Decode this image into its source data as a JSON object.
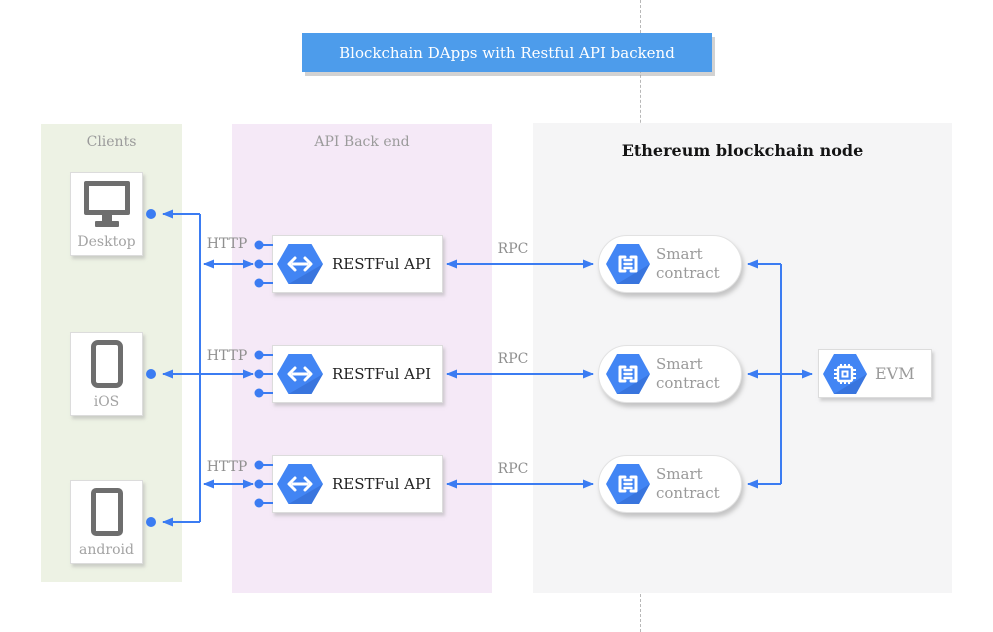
{
  "title": {
    "label": "Blockchain DApps with Restful API backend"
  },
  "columns": {
    "clients": {
      "header": "Clients"
    },
    "api_backend": {
      "header": "API Back end"
    },
    "ethereum": {
      "header": "Ethereum blockchain node"
    }
  },
  "devices": [
    {
      "label": "Desktop",
      "icon": "monitor-icon"
    },
    {
      "label": "iOS",
      "icon": "smartphone-icon"
    },
    {
      "label": "android",
      "icon": "smartphone-icon"
    }
  ],
  "api_nodes": [
    {
      "label": "RESTFul API",
      "icon": "api-gateway-hexagon-icon"
    },
    {
      "label": "RESTFul API",
      "icon": "api-gateway-hexagon-icon"
    },
    {
      "label": "RESTFul API",
      "icon": "api-gateway-hexagon-icon"
    }
  ],
  "smart_contracts": [
    {
      "label": "Smart contract",
      "icon": "smart-contract-hexagon-icon"
    },
    {
      "label": "Smart contract",
      "icon": "smart-contract-hexagon-icon"
    },
    {
      "label": "Smart contract",
      "icon": "smart-contract-hexagon-icon"
    }
  ],
  "evm": {
    "label": "EVM",
    "icon": "cpu-chip-hexagon-icon"
  },
  "edges": {
    "http_label": "HTTP",
    "rpc_label": "RPC"
  },
  "colors": {
    "banner_blue": "#4d9ceb",
    "wire_blue": "#3b7cf2",
    "hexagon_blue": "#4285f4",
    "clients_bg": "#edf2e4",
    "api_backend_bg": "#f5e9f7",
    "ethereum_bg": "#f5f5f6"
  }
}
